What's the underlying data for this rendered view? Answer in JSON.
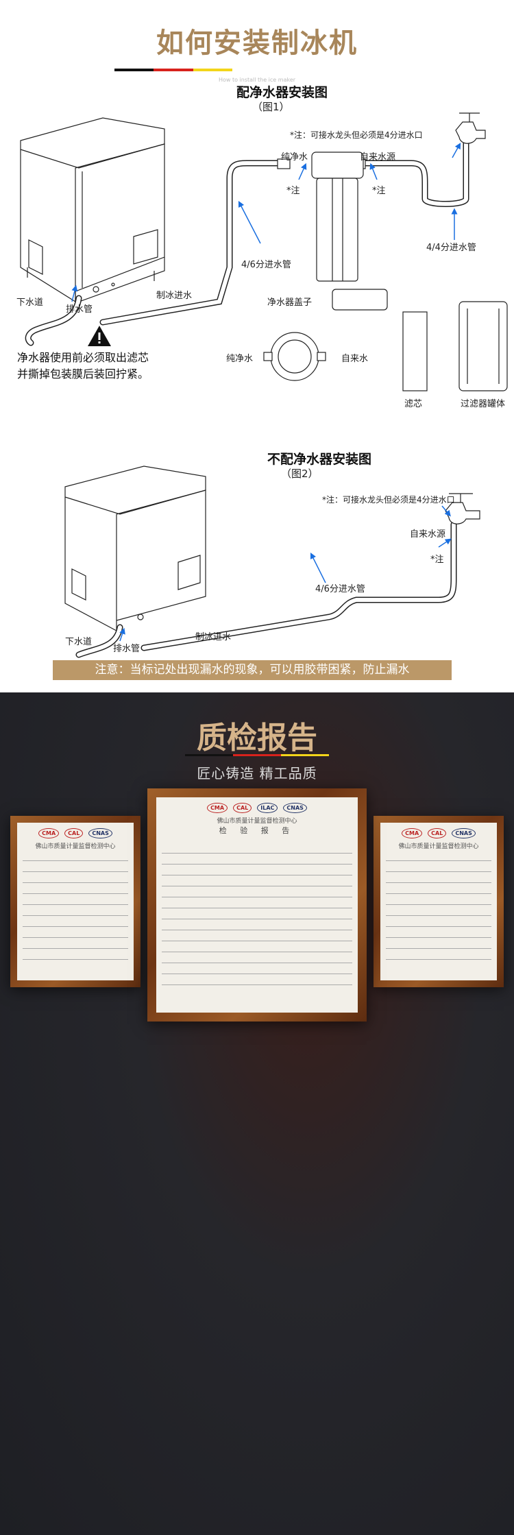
{
  "header": {
    "title": "如何安装制冰机",
    "subtitle": "How to install the ice maker",
    "bar_colors": [
      "#111111",
      "#d8221c",
      "#f3d51a"
    ]
  },
  "diagram1": {
    "title": "配净水器安装图",
    "figure": "（图1）",
    "faucet_note": "*注：可接水龙头但必须是4分进水口",
    "pure_water": "纯净水",
    "tap_source": "自来水源",
    "note_mark": "*注",
    "pipe_44": "4/4分进水管",
    "pipe_46": "4/6分进水管",
    "drain": "下水道",
    "drain_pipe": "排水管",
    "ice_inlet": "制冰进水",
    "filter_cap": "净水器盖子",
    "cap_pure": "纯净水",
    "cap_tap": "自来水",
    "cartridge": "滤芯",
    "housing": "过滤器罐体",
    "warning_lines": [
      "净水器使用前必须取出滤芯",
      "并撕掉包装膜后装回拧紧。"
    ]
  },
  "diagram2": {
    "title": "不配净水器安装图",
    "figure": "（图2）",
    "faucet_note": "*注：可接水龙头但必须是4分进水口",
    "tap_source": "自来水源",
    "note_mark": "*注",
    "pipe_46": "4/6分进水管",
    "drain": "下水道",
    "drain_pipe": "排水管",
    "ice_inlet": "制冰进水"
  },
  "notice": "注意：当标记处出现漏水的现象，可以用胶带困紧，防止漏水",
  "quality": {
    "title": "质检报告",
    "subtitle": "匠心铸造 精工品质",
    "report_org": "佛山市质量计量监督检测中心",
    "report_title": "检 验 报 告",
    "logos": [
      "CMA",
      "CAL",
      "ILAC",
      "CNAS"
    ]
  },
  "colors": {
    "accent": "#a8865a",
    "arrow": "#1a6fe0",
    "notice_bg": "#bb9868"
  }
}
